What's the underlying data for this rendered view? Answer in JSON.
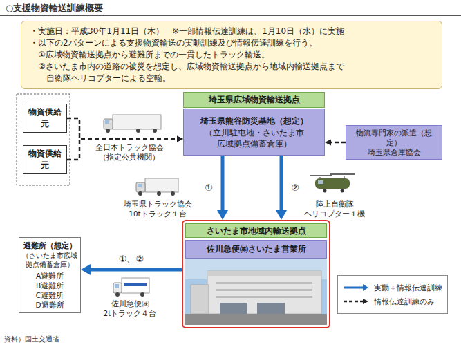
{
  "diagram": {
    "title": "○支援物資輸送訓練概要",
    "caption": "資料）国土交通省",
    "nodes": [
      {
        "text": [
          "・実施日：平成30年1月11日（木）　※一部情報伝達訓練は、1月10日（水）に実施",
          "・以下の2パターンによる支援物資輸送の実動訓練及び情報伝達訓練を行う。",
          "①広域物資輸送拠点から避難所までの一貫したトラック輸送。",
          "②さいたま市内の道路の被災を想定し、広域物資輸送拠点から地域内輸送拠点まで 自衛隊ヘリコプターによる空輸。"
        ]
      },
      {
        "text": [
          "埼玉県広域物資輸送拠点"
        ]
      },
      {
        "text": [
          "埼玉県熊谷防災基地（想定）",
          "（立川駐屯地・さいたま市 広域拠点備蓄倉庫）"
        ]
      },
      {
        "text": [
          "物資供給元"
        ]
      },
      {
        "text": [
          "物資供給元"
        ]
      },
      {
        "text": [
          "物流専門家の派遣（想定）",
          "埼玉県倉庫協会"
        ]
      },
      {
        "text": [
          "さいたま市地域内輸送拠点"
        ]
      },
      {
        "text": [
          "佐川急便㈱さいたま営業所"
        ],
        "in": 6
      },
      {
        "text": [
          "避難所（想定）",
          "（さいたま市広域 拠点備蓄倉庫）",
          "A避難所",
          "B避難所",
          "C避難所",
          "D避難所"
        ]
      }
    ],
    "edges": [
      {
        "from": 3,
        "to": 2,
        "arrow": "to"
      },
      {
        "from": 4,
        "to": 2,
        "arrow": "to"
      },
      {
        "from": 5,
        "to": 2,
        "arrow": "to"
      },
      {
        "from": 2,
        "to": 6,
        "arrow": "to",
        "label": "①"
      },
      {
        "from": 2,
        "to": 6,
        "arrow": "to",
        "label": "②"
      },
      {
        "from": 6,
        "to": 8,
        "arrow": "to",
        "label": "①、②"
      }
    ],
    "labels": [
      "全日本トラック協会 （指定公共機関）",
      "埼玉県トラック協会 10tトラック１台",
      "陸上自衛隊 ヘリコプター１機",
      "佐川急便㈱ 2tトラック４台"
    ],
    "legend": [
      {
        "text": "実動＋情報伝達訓練"
      },
      {
        "text": "情報伝達訓練のみ"
      }
    ]
  }
}
